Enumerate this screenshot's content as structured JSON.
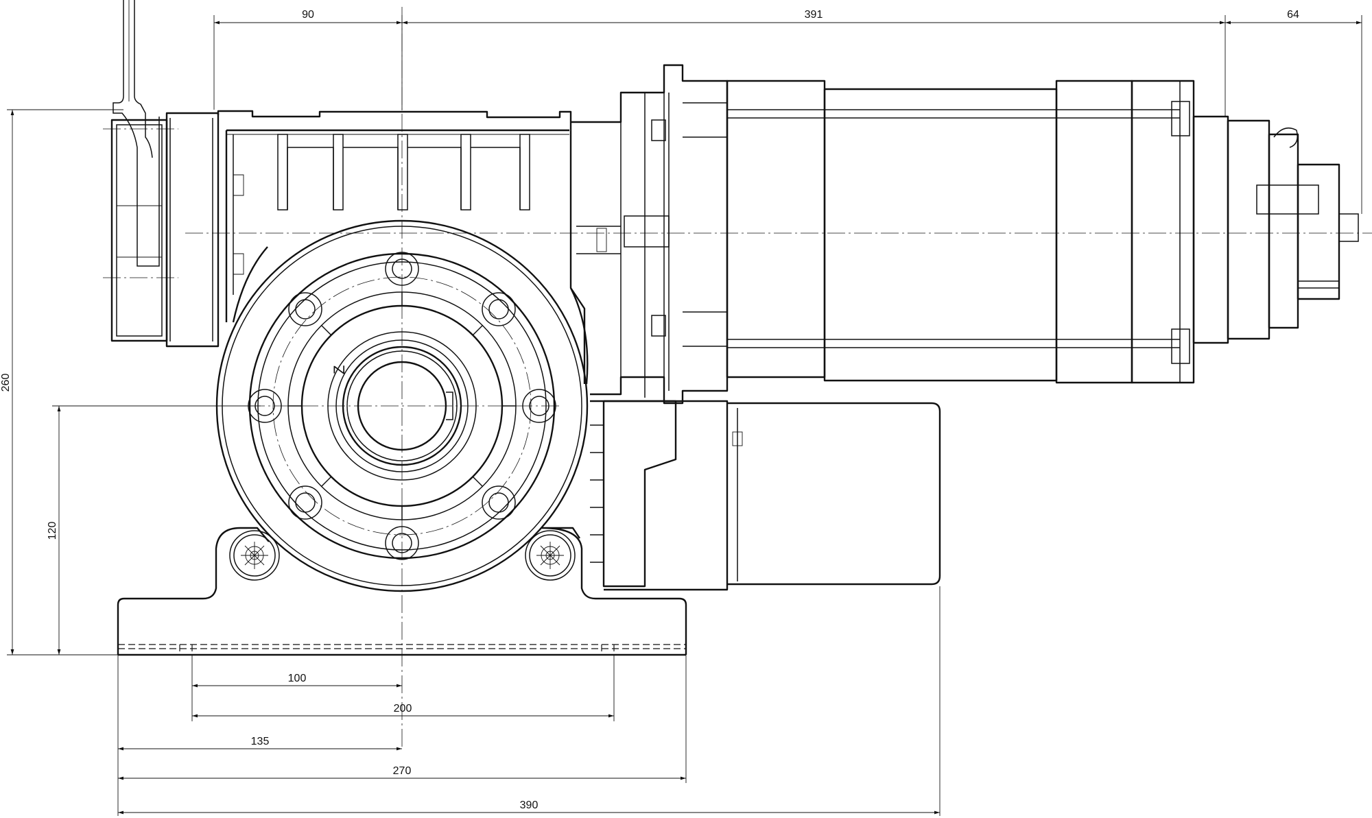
{
  "drawing": {
    "mark_label": "Z",
    "dimensions": {
      "top_left": "90",
      "top_middle": "391",
      "top_right": "64",
      "left_outer": "260",
      "left_inner": "120",
      "bottom_1": "100",
      "bottom_2": "200",
      "bottom_3": "135",
      "bottom_4": "270",
      "bottom_5": "390"
    }
  }
}
